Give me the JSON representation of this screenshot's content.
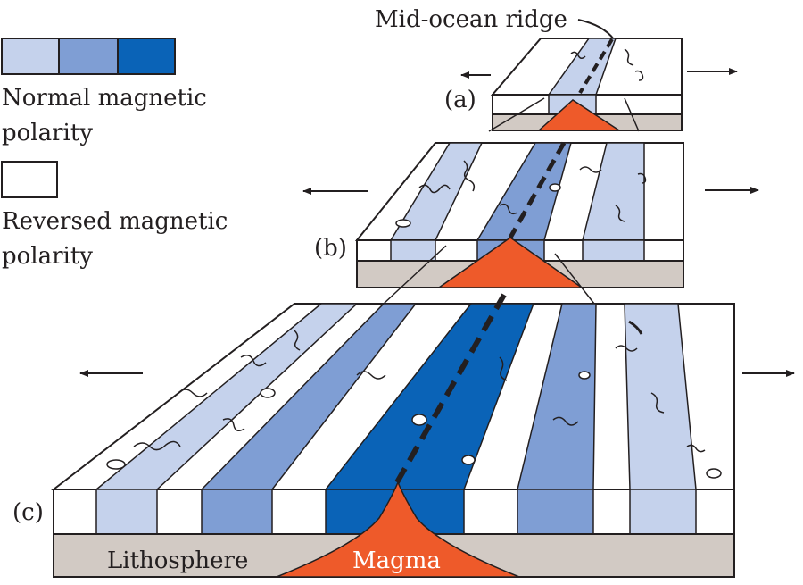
{
  "title": "Mid-ocean ridge",
  "legend": {
    "normal_line1": "Normal magnetic",
    "normal_line2": "polarity",
    "reversed_line1": "Reversed magnetic",
    "reversed_line2": "polarity"
  },
  "stages": {
    "a": "(a)",
    "b": "(b)",
    "c": "(c)"
  },
  "layers": {
    "lithosphere": "Lithosphere",
    "magma": "Magma"
  },
  "colors": {
    "light_blue": "#c5d2ec",
    "mid_blue": "#7f9ed4",
    "dark_blue": "#0a63b7",
    "magma": "#ee5a2a",
    "lithosphere": "#d2cac4",
    "outline": "#231f20"
  }
}
